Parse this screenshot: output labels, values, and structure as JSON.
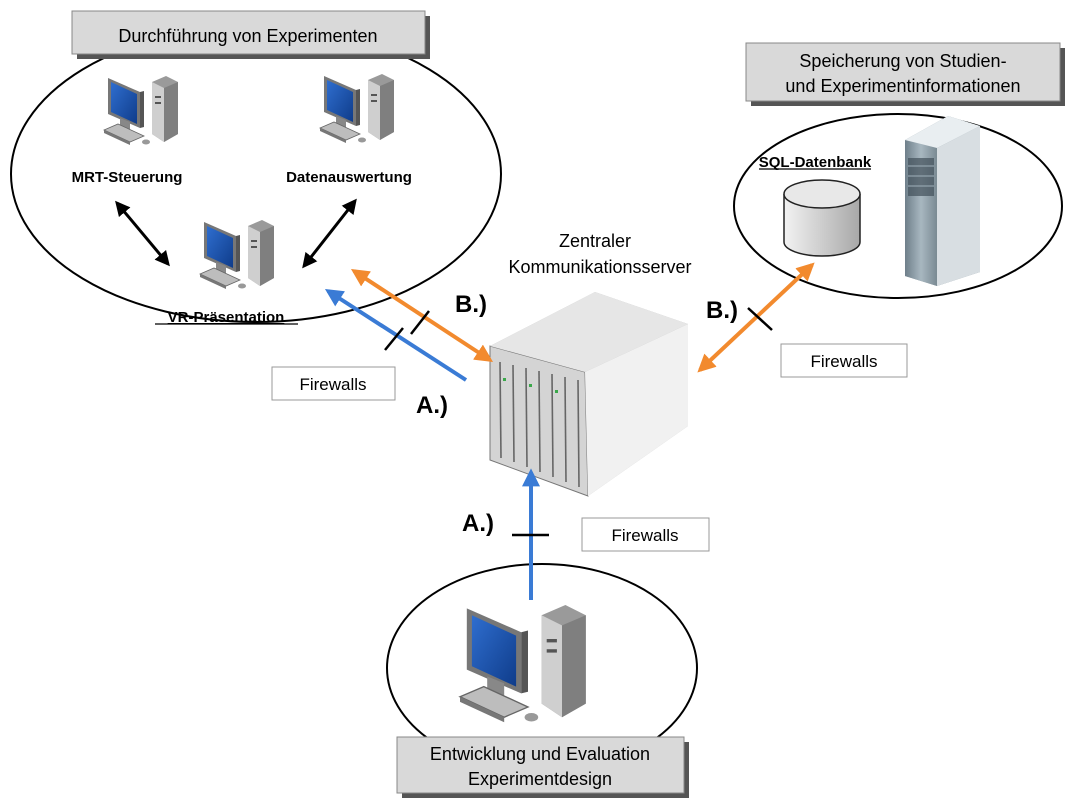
{
  "groups": {
    "experiments": {
      "title": "Durchführung von Experimenten",
      "mrt": "MRT-Steuerung",
      "analysis": "Datenauswertung",
      "vr": "VR-Präsentation"
    },
    "storage": {
      "title_line1": "Speicherung von Studien-",
      "title_line2": "und Experimentinformationen",
      "db": "SQL-Datenbank"
    },
    "design": {
      "title_line1": "Entwicklung und Evaluation",
      "title_line2": "Experimentdesign"
    }
  },
  "server": {
    "label_line1": "Zentraler",
    "label_line2": "Kommunikationsserver"
  },
  "connections": {
    "a_label": "A.)",
    "b_label": "B.)",
    "firewall_label": "Firewalls"
  },
  "colors": {
    "connection_a": "#3a7bd5",
    "connection_b": "#f28a2e",
    "internal": "#000000",
    "label_box_fill": "#d9d9d9",
    "label_box_shadow": "#555555"
  },
  "icons": [
    "desktop-computer-icon",
    "server-rack-icon",
    "database-cylinder-icon",
    "tower-server-icon"
  ]
}
